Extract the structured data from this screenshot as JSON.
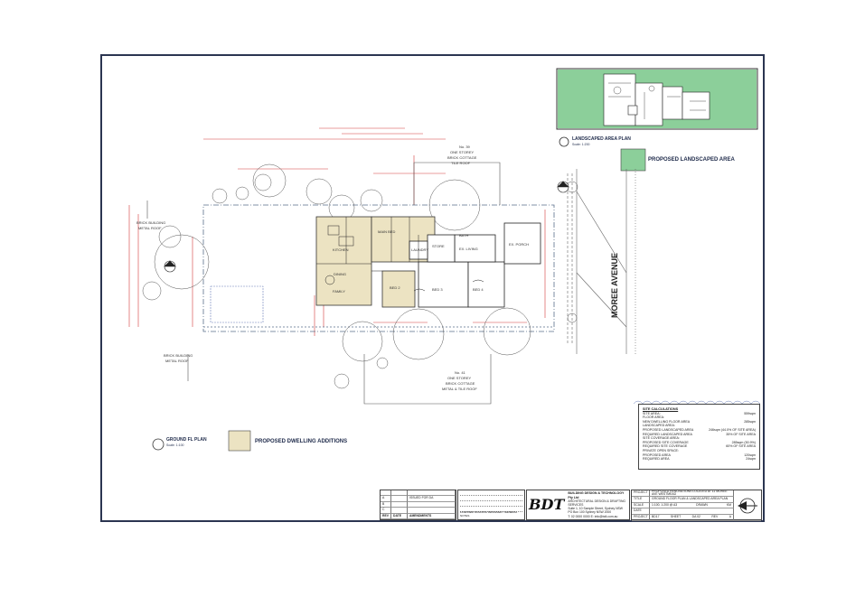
{
  "landscape_plan": {
    "title": "LANDSCAPED AREA PLAN",
    "scale": "Scale: 1:200",
    "legend_label": "PROPOSED LANDSCAPED AREA",
    "legend_color": "#8ccf9a"
  },
  "ground_plan": {
    "title": "GROUND FL PLAN",
    "scale": "Scale: 1:100",
    "legend_label": "PROPOSED DWELLING ADDITIONS",
    "legend_color": "#ece3c2"
  },
  "street_label": "MOREE AVENUE",
  "neighbours": {
    "north": {
      "lot": "No. 39",
      "lines": [
        "ONE STOREY",
        "BRICK COTTAGE",
        "TILE ROOF"
      ]
    },
    "south": {
      "lot": "No. 41",
      "lines": [
        "ONE STOREY",
        "BRICK COTTAGE",
        "METAL & TILE ROOF"
      ]
    },
    "rear_left": {
      "lines": [
        "BRICK BUILDING",
        "METAL ROOF"
      ]
    },
    "rear_bottom": {
      "lines": [
        "BRICK BUILDING",
        "METAL ROOF"
      ]
    }
  },
  "rooms": [
    {
      "label": "KITCHEN"
    },
    {
      "label": "DINING"
    },
    {
      "label": "FAMILY"
    },
    {
      "label": "MAIN BED"
    },
    {
      "label": "BED 2"
    },
    {
      "label": "BED 3"
    },
    {
      "label": "BED 4"
    },
    {
      "label": "EX. LIVING"
    },
    {
      "label": "EX. PORCH"
    },
    {
      "label": "STORE"
    },
    {
      "label": "LAUNDRY"
    },
    {
      "label": "BATH"
    }
  ],
  "site_calculations": {
    "heading": "SITE CALCULATIONS",
    "rows": [
      {
        "label": "SITE AREA:",
        "value": "559sqm"
      },
      {
        "label": "FLOOR AREA:",
        "value": ""
      },
      {
        "label": "NEW DWELLING FLOOR AREA",
        "value": "285sqm"
      },
      {
        "label": "LANDSCAPED AREA:",
        "value": ""
      },
      {
        "label": "PROPOSED LANDSCAPED AREA",
        "value": "246sqm (44.0% OF SITE AREA)"
      },
      {
        "label": "REQUIRED LANDSCAPED AREA",
        "value": "35% OF SITE AREA"
      },
      {
        "label": "SITE COVERAGE AREA:",
        "value": ""
      },
      {
        "label": "PROPOSED SITE COVERAGE",
        "value": "285sqm (50.9%)"
      },
      {
        "label": "REQUIRED SITE COVERAGE",
        "value": "60% OF SITE AREA"
      },
      {
        "label": "PRIVATE OPEN SPACE:",
        "value": ""
      },
      {
        "label": "PROPOSED AREA",
        "value": "120sqm"
      },
      {
        "label": "REQUIRED AREA",
        "value": "24sqm"
      }
    ]
  },
  "revisions": {
    "headers": [
      "",
      "",
      ""
    ],
    "rows": [
      [
        "A",
        "",
        "ISSUED FOR DA"
      ],
      [
        "B",
        "",
        ""
      ],
      [
        "C",
        "",
        ""
      ],
      [
        "REV",
        "DATE",
        "AMENDMENTS"
      ]
    ]
  },
  "notes_box": "LICENSED BUILDING DESIGNER / GENERAL NOTES",
  "company": {
    "logo": "BDT",
    "name": "BUILDING DESIGN & TECHNOLOGY Pty Ltd",
    "lines": [
      "ARCHITECTURAL DESIGN & DRAFTING SERVICES",
      "Suite 1, 10 Sample Street, Sydney NSW",
      "PO Box 100 Sydney NSW 2000",
      "T: 02 0000 0000  E: info@bdt.com.au"
    ]
  },
  "project": {
    "project_label": "PROJECT",
    "project_value": "PROPOSED RENOVATIONS LOCATED AT 11 MOREE AVE WESTMEAD",
    "title_label": "TITLE",
    "title_value": "GROUND FLOOR PLAN & LANDSCAPED AREA PLAN",
    "scale_label": "SCALE",
    "scale_value": "1:100, 1:200 @ A3",
    "drawn_label": "DRAWN",
    "drawn_value": "KM",
    "date_label": "DATE",
    "project_no_label": "PROJECT NO.",
    "project_no_value": "BD17",
    "sheet_label": "SHEET",
    "sheet_value": "DA 02",
    "rev_label": "REV",
    "rev_value": "A"
  }
}
